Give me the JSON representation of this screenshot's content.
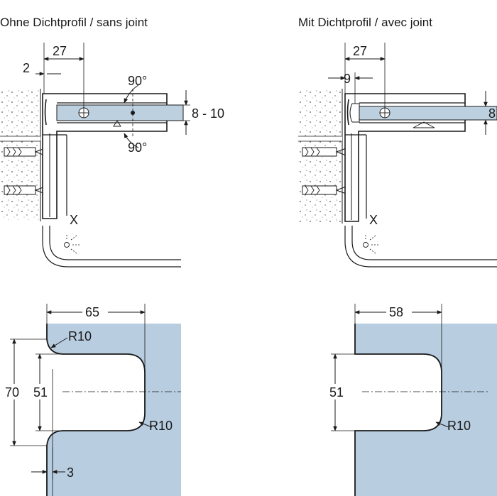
{
  "captions": {
    "left": "Ohne Dichtprofil / sans joint",
    "right": "Mit Dichtprofil / avec joint"
  },
  "colors": {
    "glass": "#bcd0e0",
    "cutout_plate": "#b8cde0",
    "line": "#1a1a1a"
  },
  "left_top": {
    "dim_total": "27",
    "dim_small": "2",
    "angle_up": "90°",
    "angle_down": "90°",
    "thickness": "8 - 10",
    "mark": "X"
  },
  "right_top": {
    "dim_total": "27",
    "dim_small": "9",
    "thickness": "8",
    "mark": "X"
  },
  "left_cutout": {
    "width": "65",
    "height_outer": "70",
    "height_inner": "51",
    "radius_top": "R10",
    "radius_bottom": "R10",
    "offset": "3"
  },
  "right_cutout": {
    "width": "58",
    "height_inner": "51",
    "radius_bottom": "R10"
  }
}
